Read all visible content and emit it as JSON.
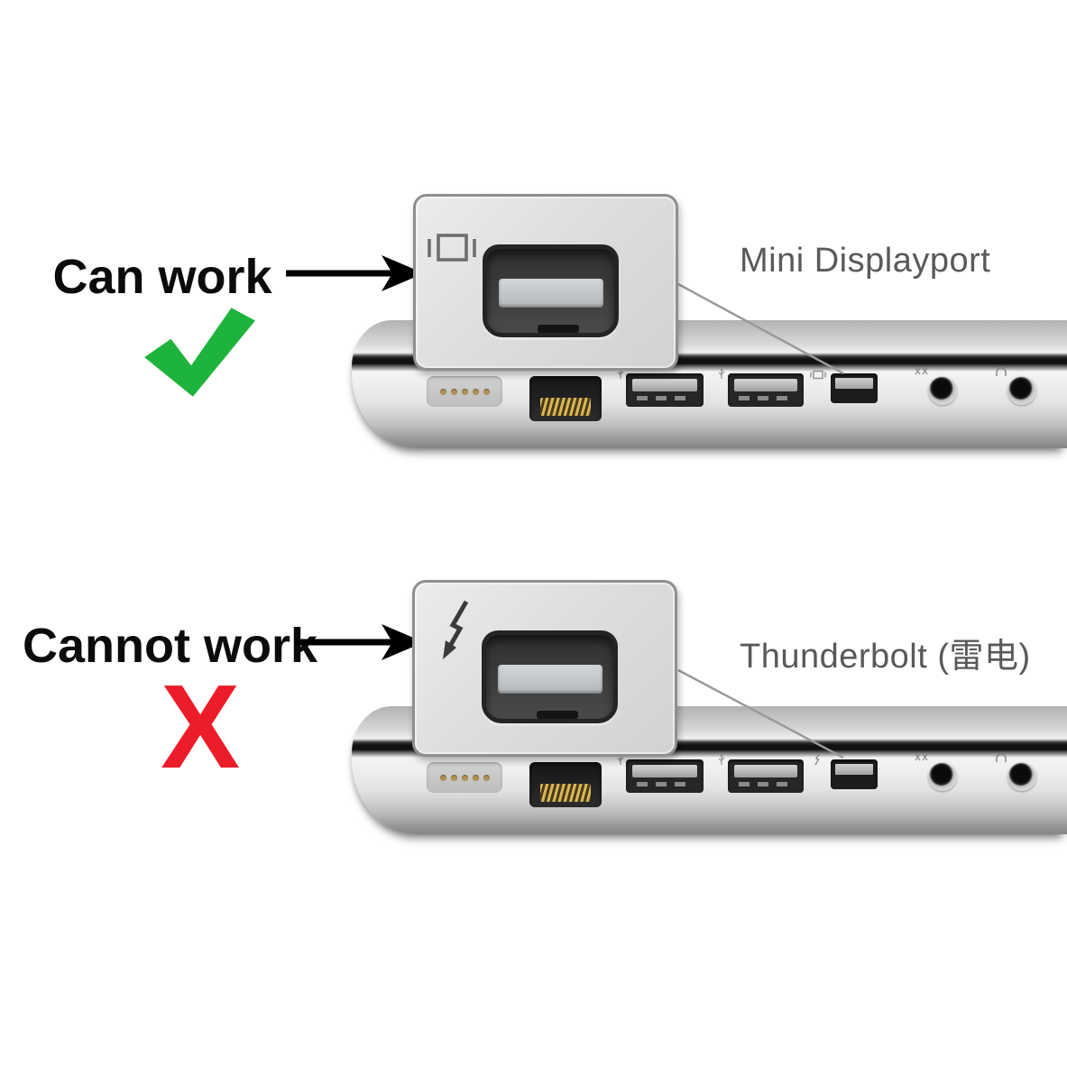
{
  "sections": [
    {
      "status_label": "Can work",
      "verdict": "check",
      "port_label": "Mini Displayport",
      "adapter_icon": "display-icon"
    },
    {
      "status_label": "Cannot work",
      "verdict": "cross",
      "cross_symbol": "X",
      "port_label": "Thunderbolt (雷电)",
      "adapter_icon": "thunderbolt-icon"
    }
  ],
  "colors": {
    "check_green": "#1eb33c",
    "cross_red": "#ed1c2a",
    "label_text": "#0b0b0b",
    "port_label_text": "#58595b",
    "arrow_black": "#000000",
    "leader_line_gray": "#9a9a9a",
    "adapter_silver": "#dedede",
    "laptop_silver": "#e3e3e3"
  },
  "laptop": {
    "ports": [
      "magsafe",
      "ethernet",
      "usb",
      "usb",
      "mini-displayport",
      "audio-in",
      "headphones"
    ]
  }
}
